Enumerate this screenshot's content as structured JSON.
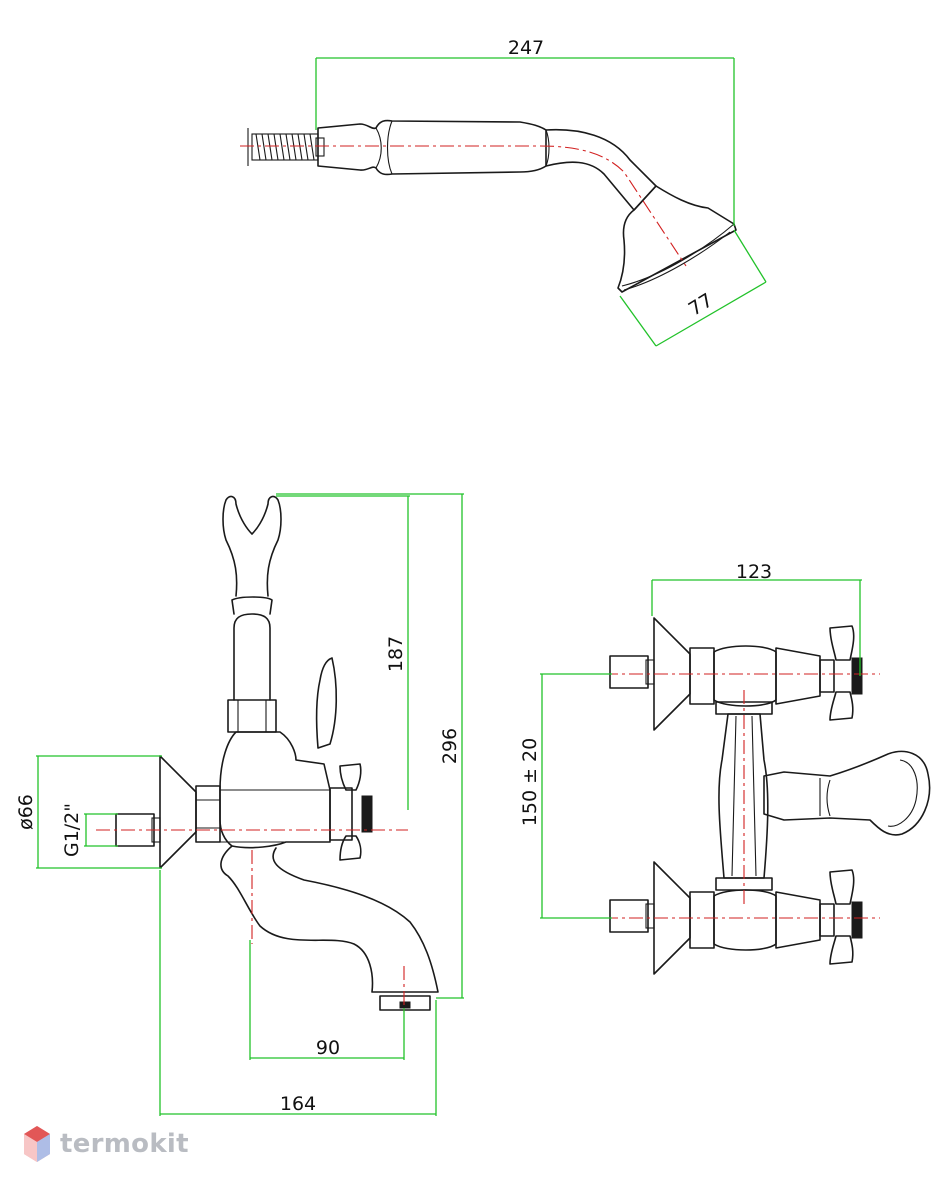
{
  "dimensions": {
    "shower_length": "247",
    "shower_head_diameter": "77",
    "holder_height": "187",
    "total_height": "296",
    "flange_diameter": "ø66",
    "thread": "G1/2\"",
    "spout_reach": "90",
    "total_depth": "164",
    "handle_span": "123",
    "center_distance": "150 ± 20"
  },
  "brand": {
    "name": "termokit"
  },
  "colors": {
    "dimension": "#22c22a",
    "axis": "#d22020",
    "outline": "#1a1a1a",
    "brand": "#b9bcc2"
  }
}
